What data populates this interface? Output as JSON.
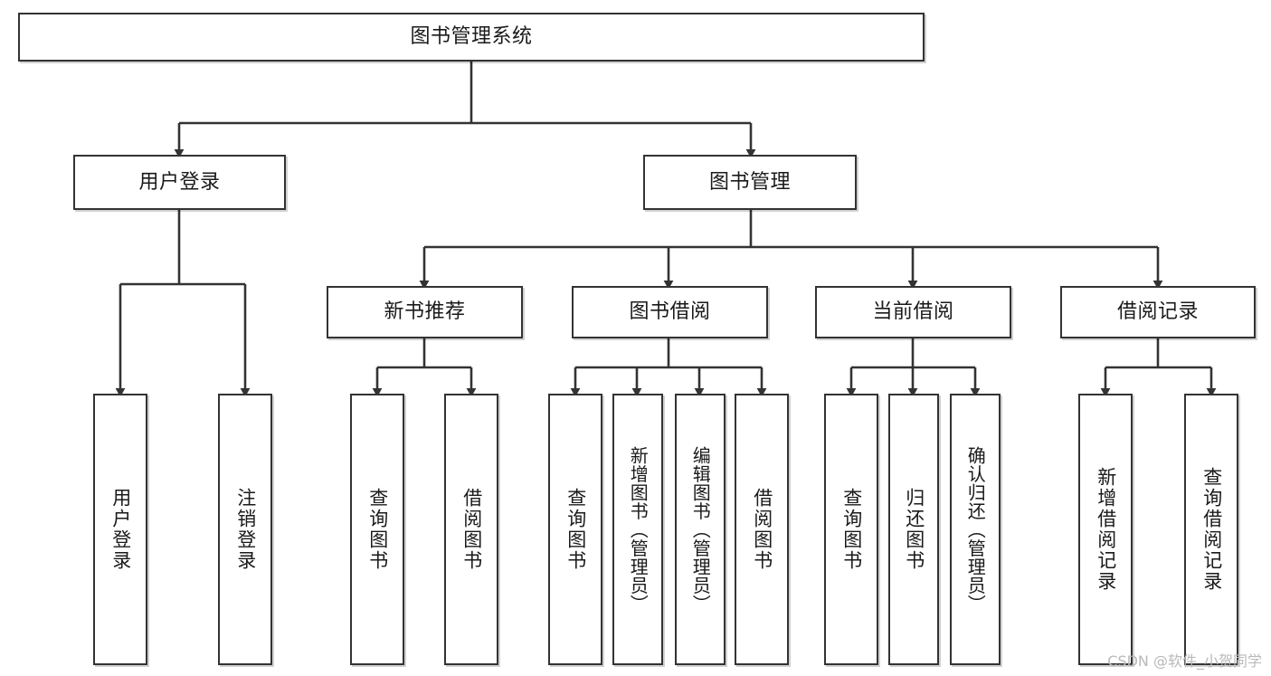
{
  "diagram": {
    "title": "图书管理系统",
    "type": "tree-hierarchy-chart",
    "root": {
      "id": "root",
      "label": "图书管理系统"
    },
    "level2": [
      {
        "id": "user-login",
        "label": "用户登录"
      },
      {
        "id": "book-management",
        "label": "图书管理"
      }
    ],
    "level3": [
      {
        "id": "new-book-recommend",
        "label": "新书推荐",
        "parent": "book-management"
      },
      {
        "id": "book-borrow",
        "label": "图书借阅",
        "parent": "book-management"
      },
      {
        "id": "current-borrow",
        "label": "当前借阅",
        "parent": "book-management"
      },
      {
        "id": "borrow-record",
        "label": "借阅记录",
        "parent": "book-management"
      }
    ],
    "leaves": {
      "user_login": [
        {
          "id": "leaf-user-login",
          "label": "用户登录"
        },
        {
          "id": "leaf-user-logout",
          "label": "注销登录"
        }
      ],
      "new_book_recommend": [
        {
          "id": "leaf-query-book-1",
          "label": "查询图书"
        },
        {
          "id": "leaf-borrow-book-1",
          "label": "借阅图书"
        }
      ],
      "book_borrow": [
        {
          "id": "leaf-query-book-2",
          "label": "查询图书"
        },
        {
          "id": "leaf-add-book",
          "label": "新增图书（管理员）"
        },
        {
          "id": "leaf-edit-book",
          "label": "编辑图书（管理员）"
        },
        {
          "id": "leaf-borrow-book-2",
          "label": "借阅图书"
        }
      ],
      "current_borrow": [
        {
          "id": "leaf-query-book-3",
          "label": "查询图书"
        },
        {
          "id": "leaf-return-book",
          "label": "归还图书"
        },
        {
          "id": "leaf-confirm-return",
          "label": "确认归还（管理员）"
        }
      ],
      "borrow_record": [
        {
          "id": "leaf-add-record",
          "label": "新增借阅记录"
        },
        {
          "id": "leaf-query-record",
          "label": "查询借阅记录"
        }
      ]
    },
    "watermark": "CSDN @软件_小贺同学",
    "colors": {
      "stroke": "#333333",
      "fill": "#ffffff",
      "text": "#1a1a1a",
      "watermark": "#b9b9b9"
    }
  }
}
